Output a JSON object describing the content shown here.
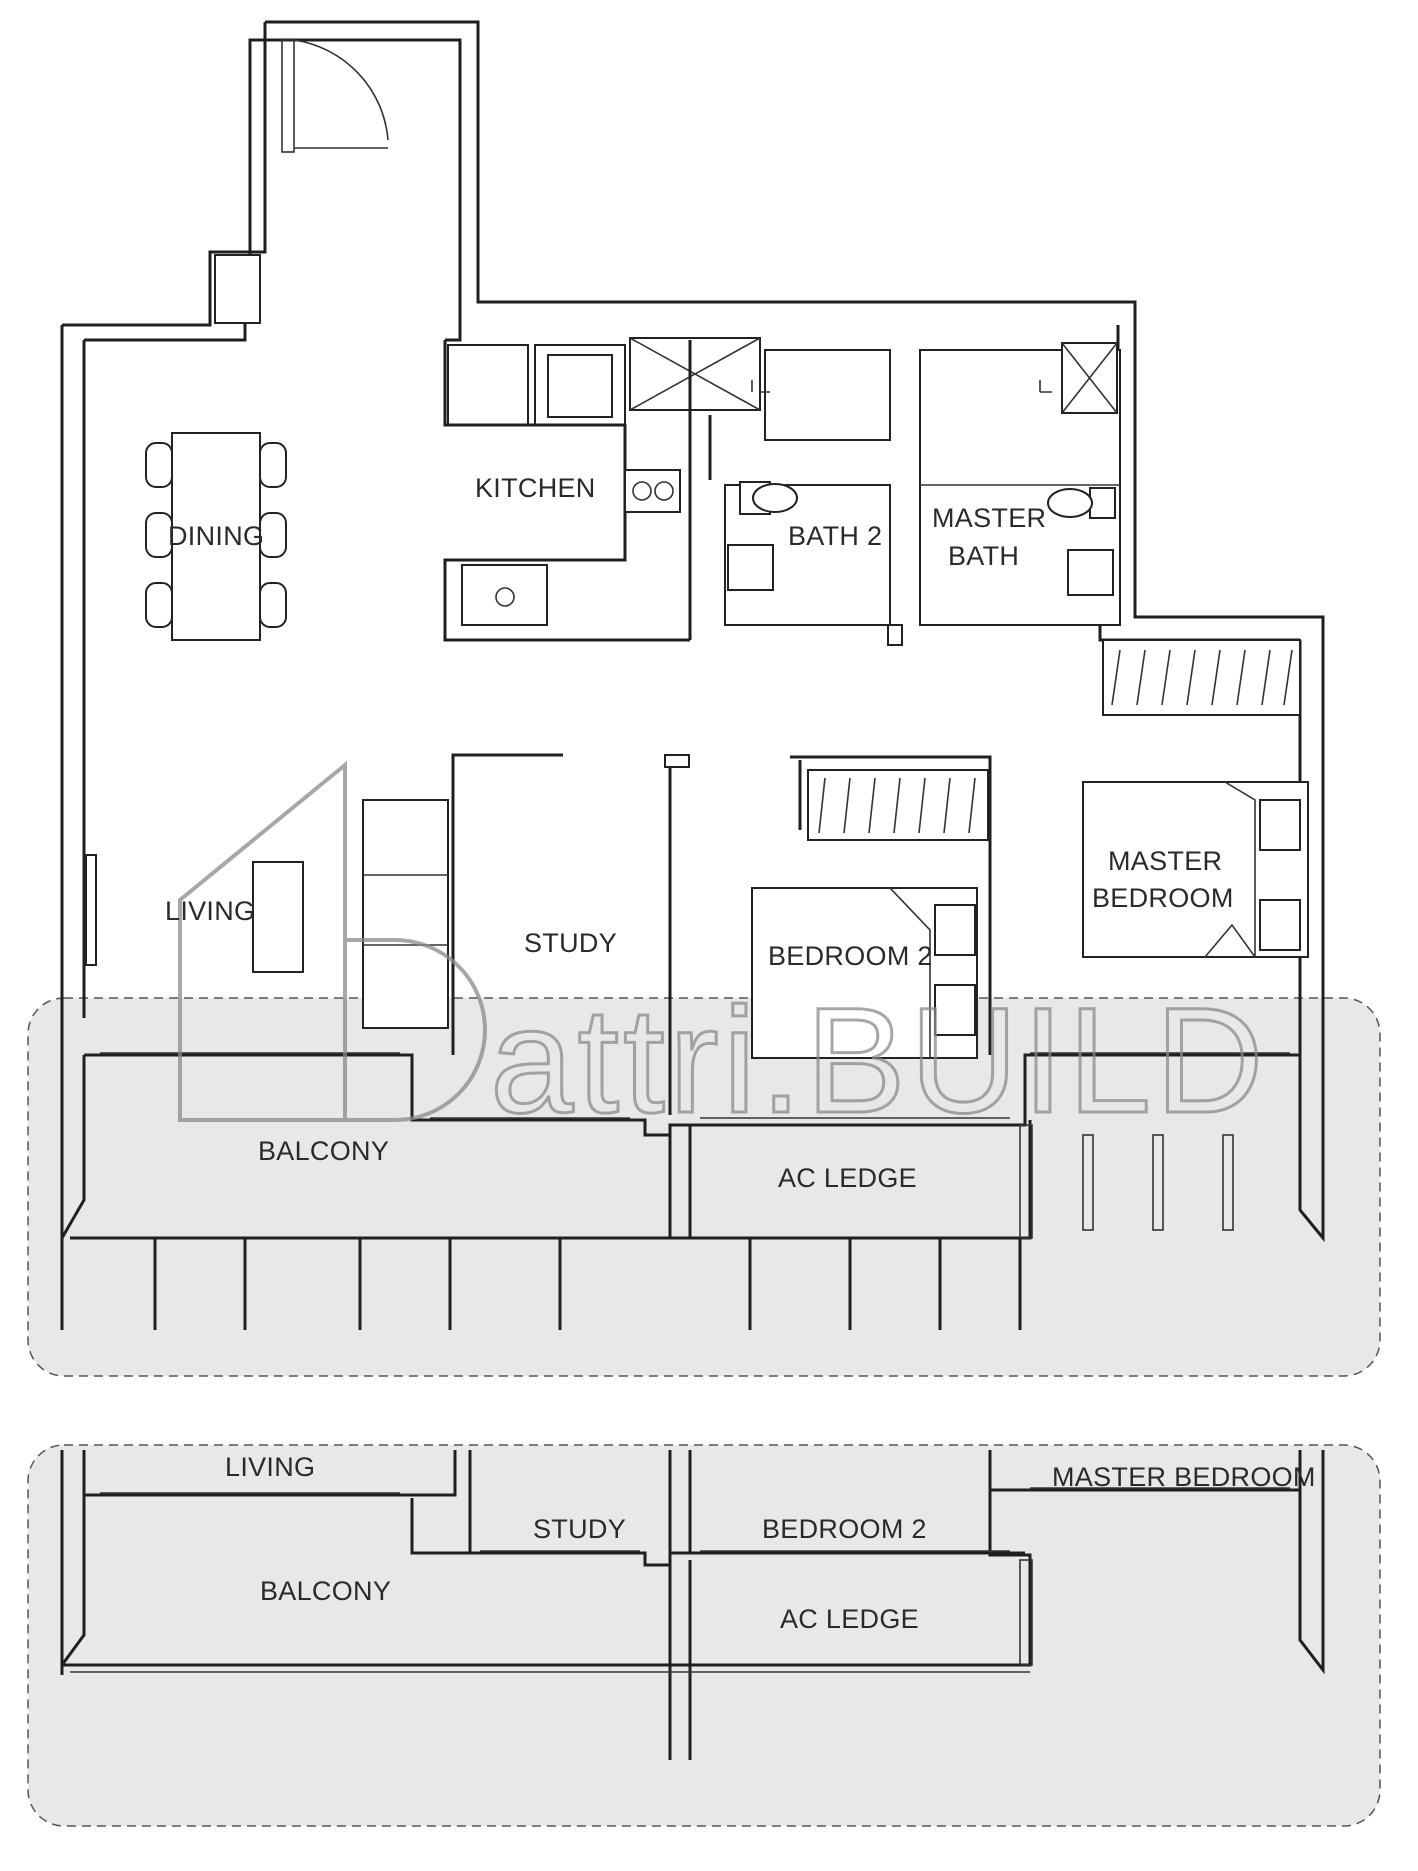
{
  "plan": {
    "rooms": {
      "dining": "DINING",
      "kitchen": "KITCHEN",
      "bath2": "BATH 2",
      "master_bath_line1": "MASTER",
      "master_bath_line2": "BATH",
      "living": "LIVING",
      "study": "STUDY",
      "bedroom2": "BEDROOM 2",
      "master_bedroom_line1": "MASTER",
      "master_bedroom_line2": "BEDROOM",
      "balcony": "BALCONY",
      "ac_ledge": "AC LEDGE"
    },
    "section": {
      "living": "LIVING",
      "study": "STUDY",
      "bedroom2": "BEDROOM 2",
      "master_bedroom": "MASTER BEDROOM",
      "balcony": "BALCONY",
      "ac_ledge": "AC LEDGE"
    }
  },
  "watermark": {
    "text": "attri.BUILD",
    "color": "#8a8a8a"
  },
  "colors": {
    "highlight": "#e8e8e8",
    "line": "#1f1f1f"
  }
}
